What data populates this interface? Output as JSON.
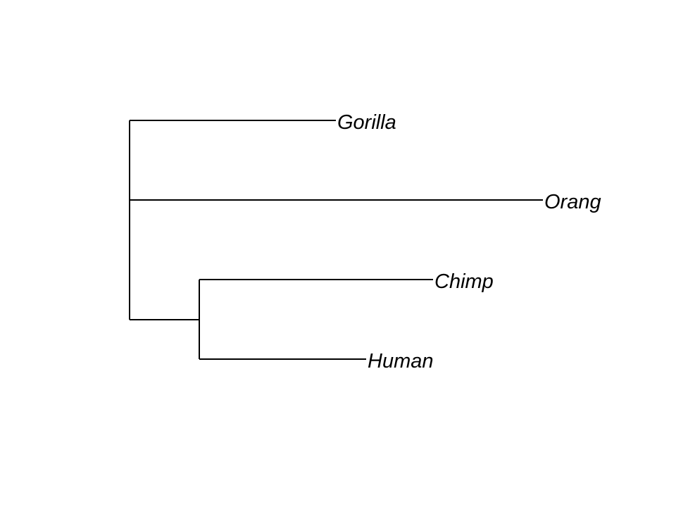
{
  "tree": {
    "type": "phylogram",
    "direction": "rightwards",
    "line_color": "#000000",
    "label_style": "italic",
    "tips": [
      {
        "id": "gorilla",
        "label": "Gorilla",
        "branch_length": 2.93
      },
      {
        "id": "orang",
        "label": "Orang",
        "branch_length": 5.87
      },
      {
        "id": "chimp",
        "label": "Chimp",
        "branch_length": 3.32
      },
      {
        "id": "human",
        "label": "Human",
        "branch_length": 2.37
      }
    ],
    "internal_nodes": [
      {
        "id": "chimp-human",
        "branch_length": 0.99,
        "children": [
          "chimp",
          "human"
        ]
      }
    ],
    "root": {
      "children": [
        "gorilla",
        "orang",
        "chimp-human"
      ]
    }
  }
}
